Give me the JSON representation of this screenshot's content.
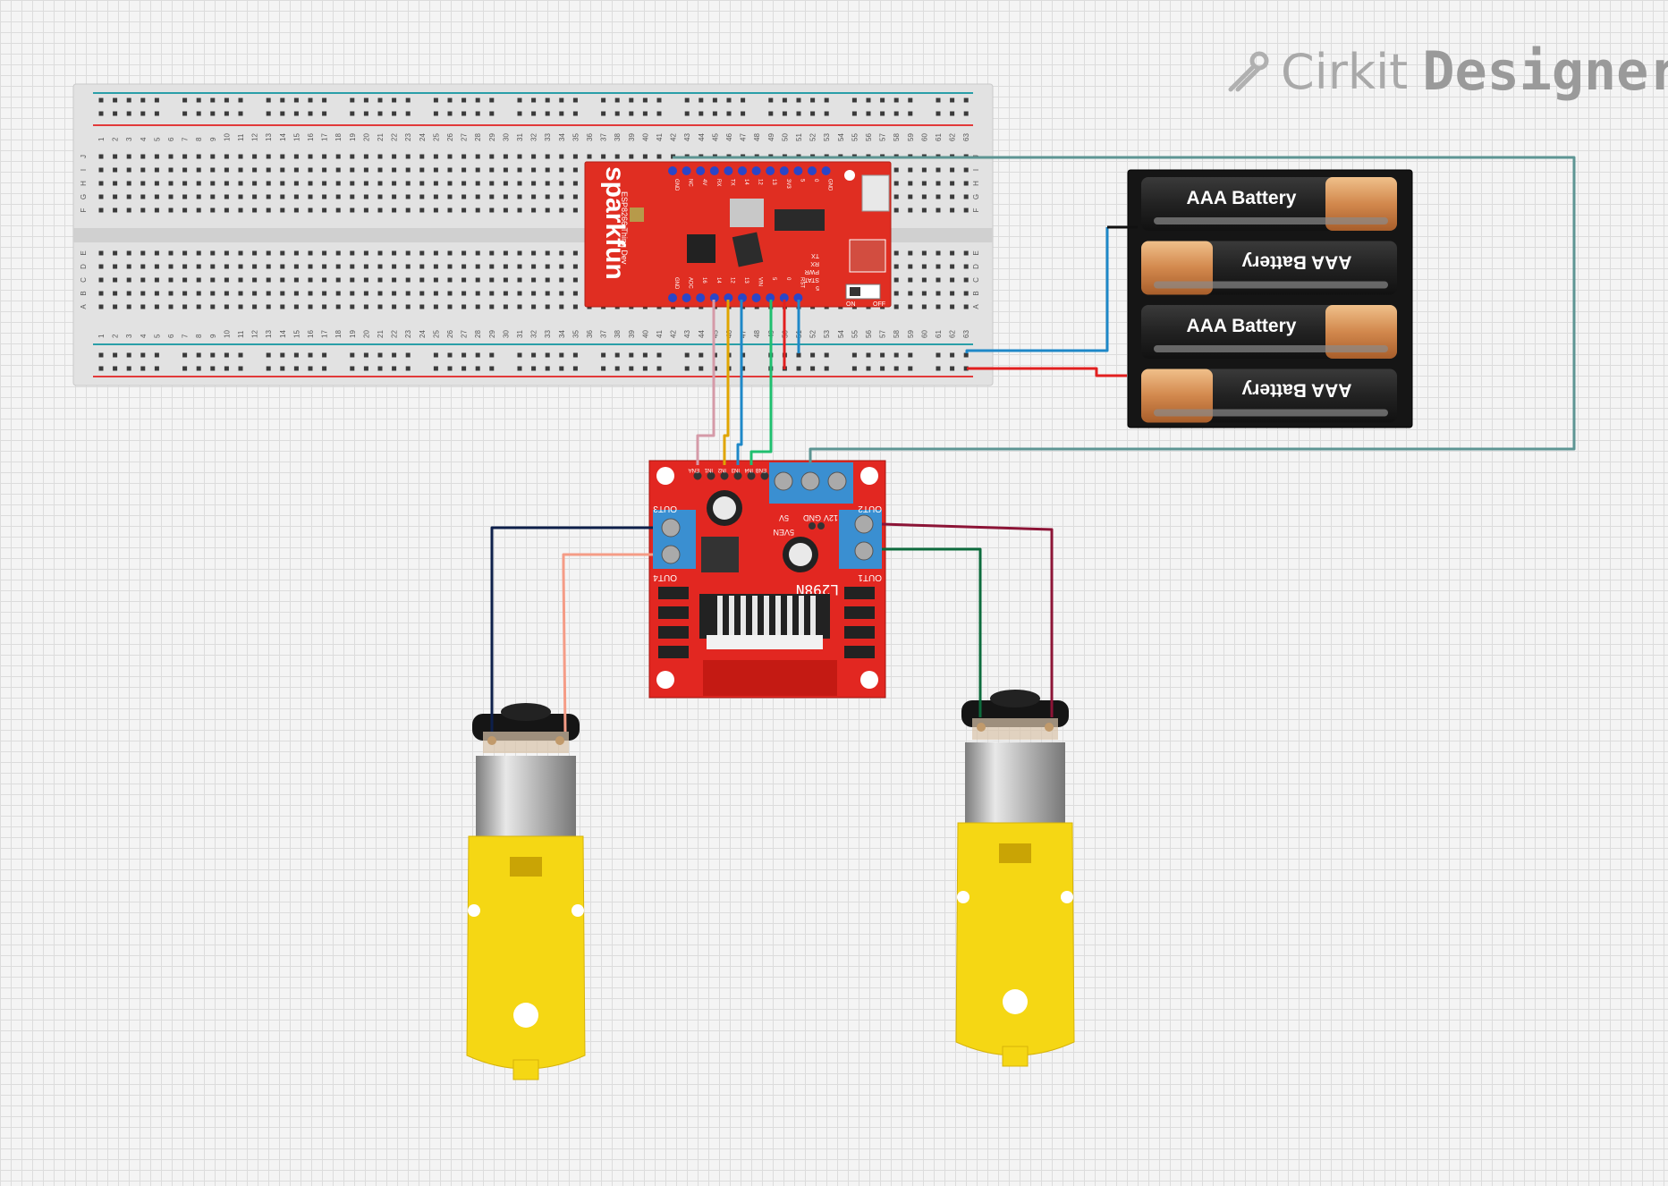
{
  "logo": {
    "brand": "Cirkit",
    "product": "Designer"
  },
  "breadcrumb_numbers": [
    "1",
    "2",
    "3",
    "4",
    "5",
    "6",
    "7",
    "8",
    "9",
    "10",
    "11",
    "12",
    "13",
    "14",
    "15",
    "16",
    "17",
    "18",
    "19",
    "20",
    "21",
    "22",
    "23",
    "24",
    "25",
    "26",
    "27",
    "28",
    "29",
    "30",
    "31",
    "32",
    "33",
    "34",
    "35",
    "36",
    "37",
    "38",
    "39",
    "40",
    "41",
    "42",
    "43",
    "44",
    "45",
    "46",
    "47",
    "48",
    "49",
    "50",
    "51",
    "52",
    "53",
    "54",
    "55",
    "56",
    "57",
    "58",
    "59",
    "60",
    "61",
    "62",
    "63"
  ],
  "breadboard": {
    "row_letters_top": [
      "J",
      "I",
      "H",
      "G",
      "F"
    ],
    "row_letters_bottom": [
      "E",
      "D",
      "C",
      "B",
      "A"
    ]
  },
  "esp_board": {
    "brand": "sparkfun",
    "model": "ESP8266 Thing Dev",
    "top_pins": [
      "GND",
      "NC",
      "4V",
      "RX",
      "TX",
      "14",
      "12",
      "13",
      "3V3",
      "5",
      "0",
      "GND"
    ],
    "bottom_pins": [
      "GND",
      "ADC",
      "16",
      "14",
      "12",
      "13",
      "VIN",
      "5",
      "0",
      "RST"
    ],
    "side_labels": [
      "TX",
      "RX",
      "PWR",
      "STAT",
      "5"
    ],
    "switch_on": "ON",
    "switch_off": "OFF"
  },
  "driver": {
    "chip": "L298N",
    "labels": {
      "out1": "OUT1",
      "out2": "OUT2",
      "out3": "OUT3",
      "out4": "OUT4",
      "v12": "12V",
      "gnd": "GND",
      "v5": "5V",
      "v5en": "5VEN"
    },
    "header_pins": [
      "ENA",
      "IN1",
      "IN2",
      "IN3",
      "IN4",
      "ENB"
    ]
  },
  "batteries": [
    "AAA Battery",
    "AAA Battery",
    "AAA Battery",
    "AAA Battery"
  ],
  "colors": {
    "wire_pink": "#d59aa8",
    "wire_orange": "#e0a500",
    "wire_blue": "#1e88c8",
    "wire_green": "#1fbf6f",
    "wire_red": "#e21f1f",
    "wire_teal": "#5d9593",
    "wire_navy": "#0d1f4a",
    "wire_salmon": "#f59c86",
    "wire_maroon": "#8c1436",
    "wire_darkgreen": "#0d6b3d",
    "board_red": "#e22d22",
    "motor_yellow": "#f5d714"
  }
}
